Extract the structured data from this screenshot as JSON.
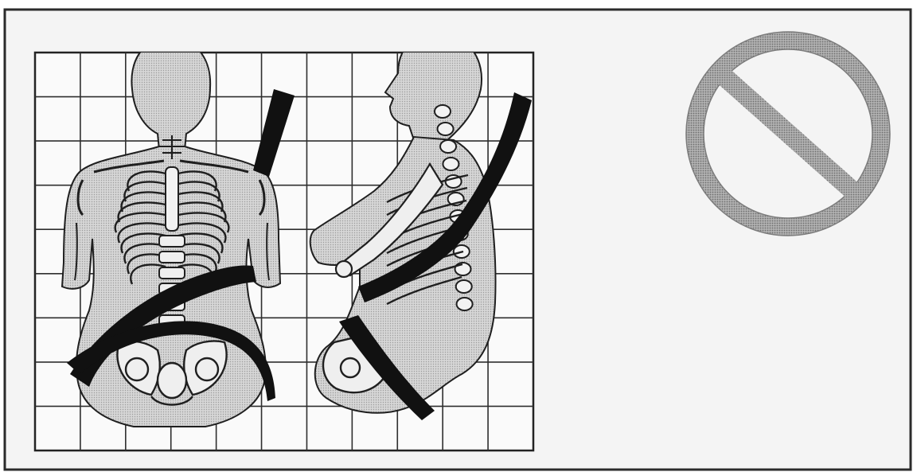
{
  "illustration": {
    "views": [
      "front-view-skeleton",
      "side-view-skeleton"
    ],
    "grid": {
      "columns": 11,
      "rows": 9
    },
    "strap": "seat-belt-worn-incorrectly",
    "prohibition_sign": "no-entry-circle-slash-icon"
  },
  "colors": {
    "background": "#ffffff",
    "panel": "#f4f4f4",
    "frame": "#2b2b2b",
    "grid_lines": "#2e2e2e",
    "body_fill": "#e2e2e2",
    "bone_lines": "#1f1f1f",
    "belt": "#111111",
    "prohibition_ring": "#9a9a9a"
  }
}
